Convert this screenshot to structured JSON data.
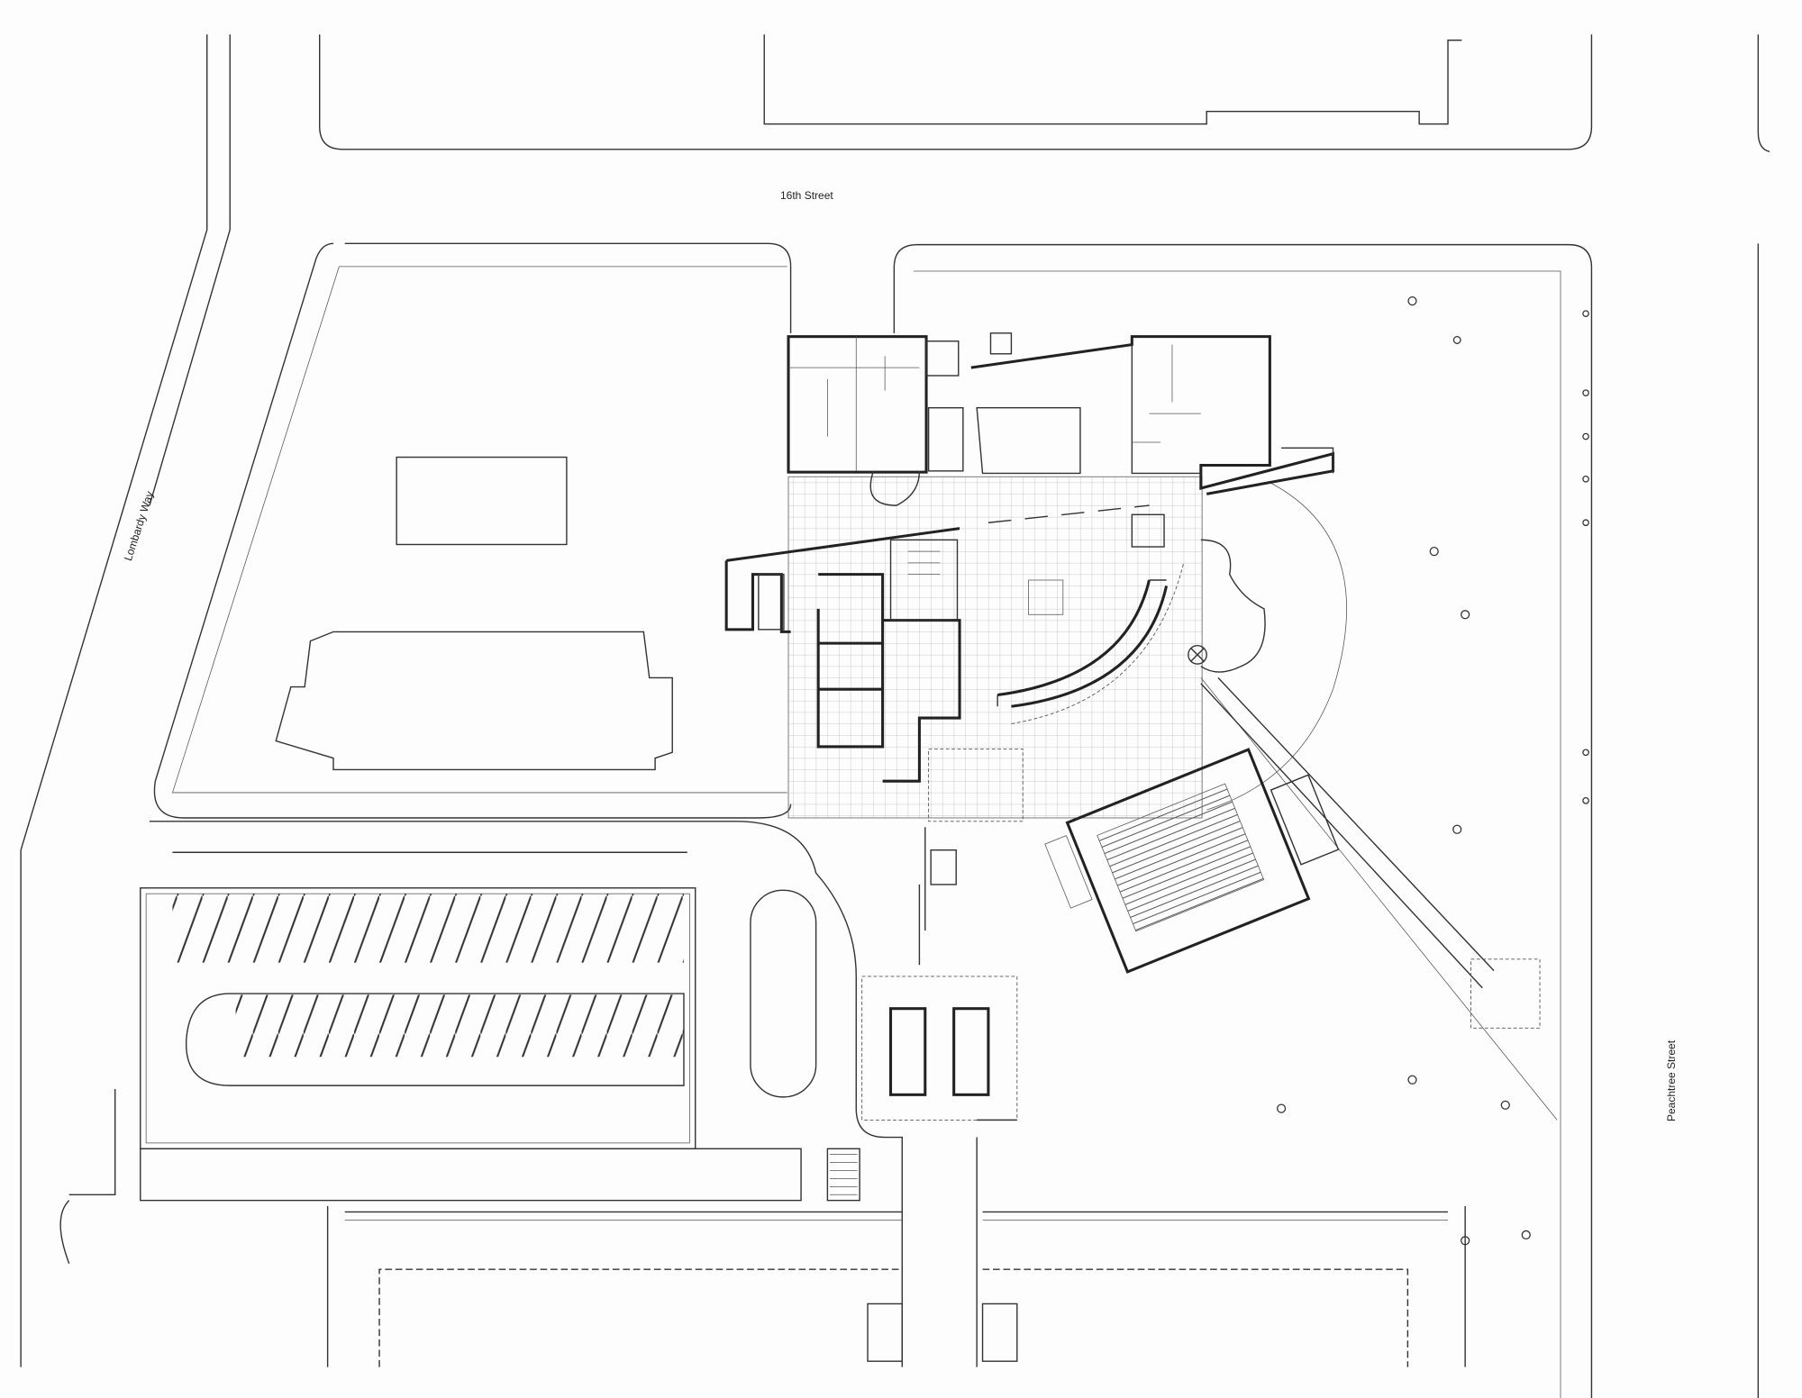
{
  "streets": {
    "north": "16th Street",
    "west": "Lombardy Way",
    "east": "Peachtree Street"
  }
}
